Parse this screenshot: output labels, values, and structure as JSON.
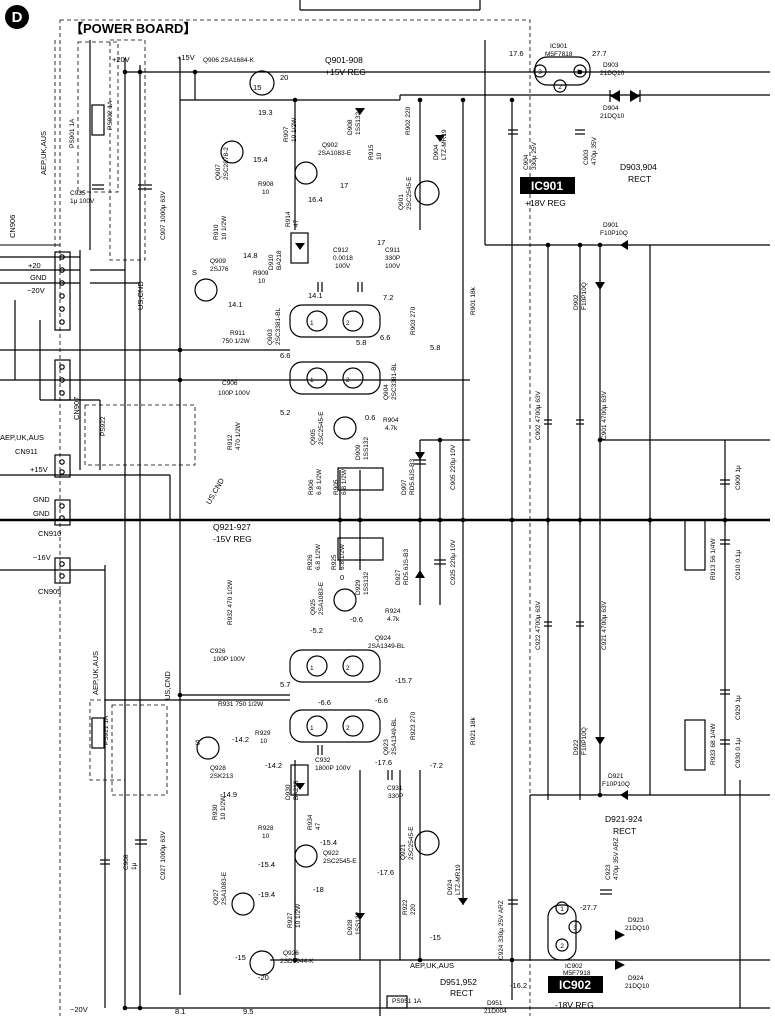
{
  "corner_label": "D",
  "title": "【POWER BOARD】",
  "rails": {
    "p20_top": "+20V",
    "p15_top": "+15V",
    "p20": "+20",
    "gnd": "GND",
    "m20": "−20V",
    "p15": "+15V",
    "gnd2a": "GND",
    "gnd2b": "GND",
    "m16": "−16V",
    "m20_bottom": "−20V"
  },
  "connectors": {
    "cn906": "CN906",
    "cn907": "CN907",
    "cn911": "CN911",
    "cn910": "CN910",
    "cn905": "CN905"
  },
  "regions": {
    "aep1": "AEP,UK,AUS",
    "aep2": "AEP,UK,AUS",
    "aep3": "AEP,UK,AUS",
    "aep4": "AEP,UK,AUS",
    "us1": "US,CND",
    "us2": "US,CND",
    "us3": "US,CND"
  },
  "blocks": {
    "q901_title": "Q901-908",
    "q901_sub": "+15V REG",
    "q921_title": "Q921-927",
    "q921_sub": "-15V REG",
    "ic901_box": "IC901",
    "ic901_sub": "+18V REG",
    "ic902_box": "IC902",
    "ic902_sub": "-18V REG",
    "d903_title": "D903,904",
    "d903_sub": "RECT",
    "d921_title": "D921-924",
    "d921_sub": "RECT",
    "d951_title": "D951,952",
    "d951_sub": "RECT"
  },
  "ic901": {
    "name": "IC901",
    "part": "M5F7818",
    "pin1": "1",
    "pin2": "2",
    "pin3": "3",
    "vin": "17.6",
    "vout": "27.7"
  },
  "ic902": {
    "name": "IC902",
    "part": "M5F7918",
    "pin1": "1",
    "pin2": "2",
    "pin3": "3",
    "vin": "-27.7",
    "vout": "-16.2"
  },
  "parts": {
    "ps901": "PS901 1A",
    "ps902": "PS902 1A",
    "ps921": "PS921 1A",
    "ps922": "PS922",
    "ps951": "PS951 1A",
    "c935": "C935",
    "c935v": "1μ 100V",
    "c907": "C907 1000μ 63V",
    "q906": "Q906 2SA1684-K",
    "q907": "Q907",
    "q907p": "2SC2878-2",
    "r908": "R908",
    "r908v": "10",
    "r910": "R910",
    "r910v": "10 1/2W",
    "r907": "R907",
    "r907v": "10 1/2W",
    "r909": "R909",
    "r909v": "10",
    "q902": "Q902",
    "q902p": "2SA1083-E",
    "d908": "D908",
    "d908p": "1SS132",
    "r915": "R915",
    "r915v": "10",
    "r914": "R914",
    "r914v": "47",
    "d910": "D910",
    "d910p": "BA218",
    "q909": "Q909",
    "q909p": "2SJ76",
    "c912": "C912",
    "c912v": "0.0018",
    "c912v2": "100V",
    "c911": "C911",
    "c911v": "330P",
    "c911v2": "100V",
    "r902": "R902 220",
    "d904b": "D904",
    "d904bp": "LTZ-MR19",
    "q901": "Q901",
    "q901p": "2SC2545-E",
    "q903": "Q903",
    "q903p": "2SC3381-BL",
    "r903": "R903 270",
    "r901": "R901 18k",
    "r911": "R911",
    "r911v": "750 1/2W",
    "c906": "C906",
    "c906v": "100P 100V",
    "q904": "Q904",
    "q904p": "2SC3381-BL",
    "r912": "R912",
    "r912v": "470 1/2W",
    "q905": "Q905",
    "q905p": "2SC2545-E",
    "d909": "D909",
    "d909p": "1SS132",
    "r904": "R904",
    "r904v": "4.7k",
    "d907": "D907",
    "d907p": "RD5.6JS-B3",
    "c905": "C905 220μ 10V",
    "r906": "R906",
    "r906v": "6.8 1/2W",
    "r905": "R905",
    "r905v": "6.8 1/2W",
    "c904": "C904",
    "c904v": "330μ 25V",
    "c903": "C903",
    "c903v": "470μ 35V",
    "d903": "D903",
    "d903p": "21DQ10",
    "d904": "D904",
    "d904p": "21DQ10",
    "d901": "D901",
    "d901p": "F10P10Q",
    "d902": "D902",
    "d902p": "F10P10Q",
    "c902": "C902 4700μ 63V",
    "c901": "C901 4700μ 63V",
    "c909": "C909 1μ",
    "r913": "R913 56 1/4W",
    "c910": "C910 0.1μ",
    "r926": "R926",
    "r926v": "6.8 1/2W",
    "r925": "R925",
    "r925v": "6.8 1/2W",
    "d927": "D927",
    "d927p": "RD5.6JS-B3",
    "c925": "C925 220μ 10V",
    "q925": "Q925",
    "q925p": "2SA1083-E",
    "d929": "D929",
    "d929p": "1SS132",
    "r924": "R924",
    "r924v": "4.7k",
    "r932": "R932 470 1/2W",
    "c926": "C926",
    "c926v": "100P 100V",
    "q924": "Q924",
    "q924p": "2SA1349-BL",
    "r931": "R931 750 1/2W",
    "q923": "Q923",
    "q923p": "2SA1349-BL",
    "r923": "R923 270",
    "r921": "R921 18k",
    "c922": "C922 4700μ 63V",
    "c921": "C921 4700μ 63V",
    "d922": "D922",
    "d922p": "F10P10Q",
    "r933": "R933 68 1/4W",
    "c929": "C929 1μ",
    "c930": "C930 0.1μ",
    "d921": "D921",
    "d921p": "F10P10Q",
    "q928": "Q928",
    "q928p": "2SK213",
    "r929": "R929",
    "r929v": "10",
    "c932": "C932",
    "c932v": "1800P 100V",
    "d930": "D930",
    "d930p": "BA218",
    "c931": "C931",
    "c931v": "330P",
    "r930": "R930",
    "r930v": "10 1/2W",
    "r928": "R928",
    "r928v": "10",
    "r934": "R934",
    "r934v": "47",
    "q922": "Q922",
    "q922p": "2SC2545-E",
    "q921": "Q921",
    "q921p": "2SC2545-E",
    "d924b": "D924",
    "d924bp": "LTZ-MR19",
    "q927": "Q927",
    "q927p": "2SA1083-E",
    "r927": "R927",
    "r927v": "10 1/2W",
    "d928": "D928",
    "d928p": "1SS132",
    "r922": "R922",
    "r922v": "220",
    "q926": "Q926",
    "q926p": "2SD1944-K",
    "c908": "C908",
    "c908v": "1μ",
    "c927": "C927 1000μ 63V",
    "c924": "C924 330μ 25V ARZ",
    "c923": "C923",
    "c923v": "470μ 35V ARZ",
    "d923": "D923",
    "d923p": "21DQ10",
    "d924": "D924",
    "d924p": "21DQ10",
    "d951": "D951",
    "d951p": "21D004"
  },
  "voltages": {
    "v20": "20",
    "v15": "15",
    "v19_3": "19.3",
    "v15_4": "15.4",
    "v17": "17",
    "v16_4": "16.4",
    "v14_8": "14.8",
    "v14_1a": "14.1",
    "v14_1b": "14.1",
    "v17b": "17",
    "v7_2": "7.2",
    "v5_8a": "5.8",
    "v6_6a": "6.6",
    "v6_6b": "6.6",
    "v5_8b": "5.8",
    "v5_2": "5.2",
    "v0_6": "0.6",
    "v0": "0",
    "v_0_6": "-0.6",
    "v_5_2": "-5.2",
    "v5_7": "5.7",
    "v_15_7": "-15.7",
    "v_6_6a": "-6.6",
    "v_6_6b": "-6.6",
    "v_14_2a": "-14.2",
    "v_14_2b": "-14.2",
    "v_17_6a": "-17.6",
    "v_7_2": "-7.2",
    "v_14_9": "-14.9",
    "v_15_4a": "-15.4",
    "v_15_4b": "-15.4",
    "v_17_6b": "-17.6",
    "v_18": "-18",
    "v_19_4": "-19.4",
    "v_15a": "-15",
    "v_15b": "-15",
    "v_20": "-20",
    "v8_1": "8.1",
    "v9_5": "9.5",
    "s1": "S",
    "s2": "S",
    "n1": "1",
    "n2": "2",
    "n3": "1",
    "n4": "2",
    "n5": "1",
    "n6": "2",
    "n7": "1",
    "n8": "2"
  }
}
